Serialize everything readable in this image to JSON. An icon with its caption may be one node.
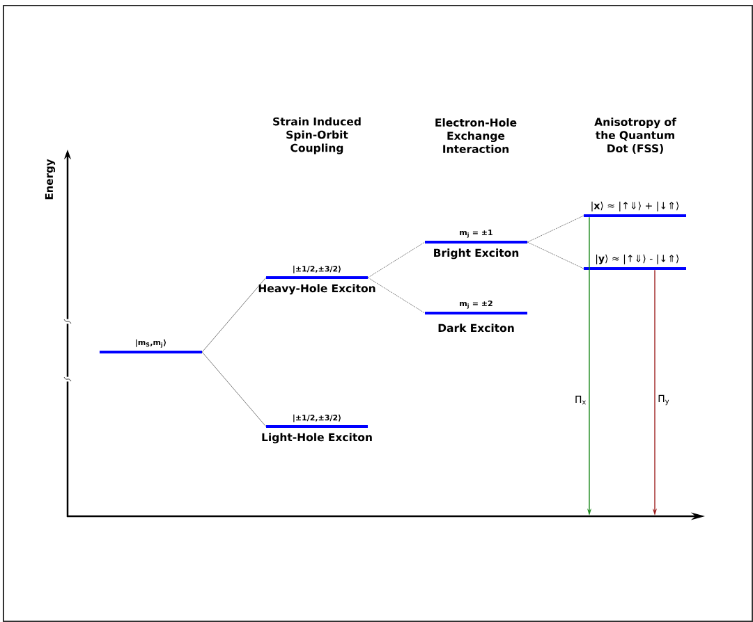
{
  "diagram": {
    "nodes": [
      {
        "text": [
          "|m$_{S}$,m$_{j}$⟩"
        ]
      },
      {
        "text": [
          "|±1/2,±3/2⟩",
          "Heavy-Hole Exciton"
        ]
      },
      {
        "text": [
          "|±1/2,±3/2⟩",
          "Light-Hole Exciton"
        ]
      },
      {
        "text": [
          "m$_{j}$ = ±1",
          "Bright Exciton"
        ]
      },
      {
        "text": [
          "m$_{j}$ = ±2",
          "Dark Exciton"
        ]
      },
      {
        "text": [
          "|**x**⟩ ≈ |↑⇓⟩ + |↓⇑⟩"
        ]
      },
      {
        "text": [
          "|**y**⟩ ≈ |↑⇓⟩ - |↓⇑⟩"
        ]
      }
    ],
    "edges": [
      {
        "from": 0,
        "to": 1,
        "arrow": "none"
      },
      {
        "from": 0,
        "to": 2,
        "arrow": "none"
      },
      {
        "from": 1,
        "to": 3,
        "arrow": "none",
        "style": "dashed"
      },
      {
        "from": 1,
        "to": 4,
        "arrow": "none",
        "style": "dashed"
      },
      {
        "from": 3,
        "to": 5,
        "arrow": "none",
        "style": "dashed"
      },
      {
        "from": 3,
        "to": 6,
        "arrow": "none",
        "style": "dashed"
      },
      {
        "from": 5,
        "to": null,
        "arrow": "to",
        "label": "Π$_{x}$",
        "color": "#1e8a1e"
      },
      {
        "from": 6,
        "to": null,
        "arrow": "to",
        "label": "Π$_{y}$",
        "color": "#9b1c1c"
      }
    ],
    "labels": [
      "Strain Induced Spin-Orbit Coupling",
      "Electron-Hole Exchange Interaction",
      "Anisotropy of the Quantum Dot (FSS)",
      "Energy"
    ]
  }
}
